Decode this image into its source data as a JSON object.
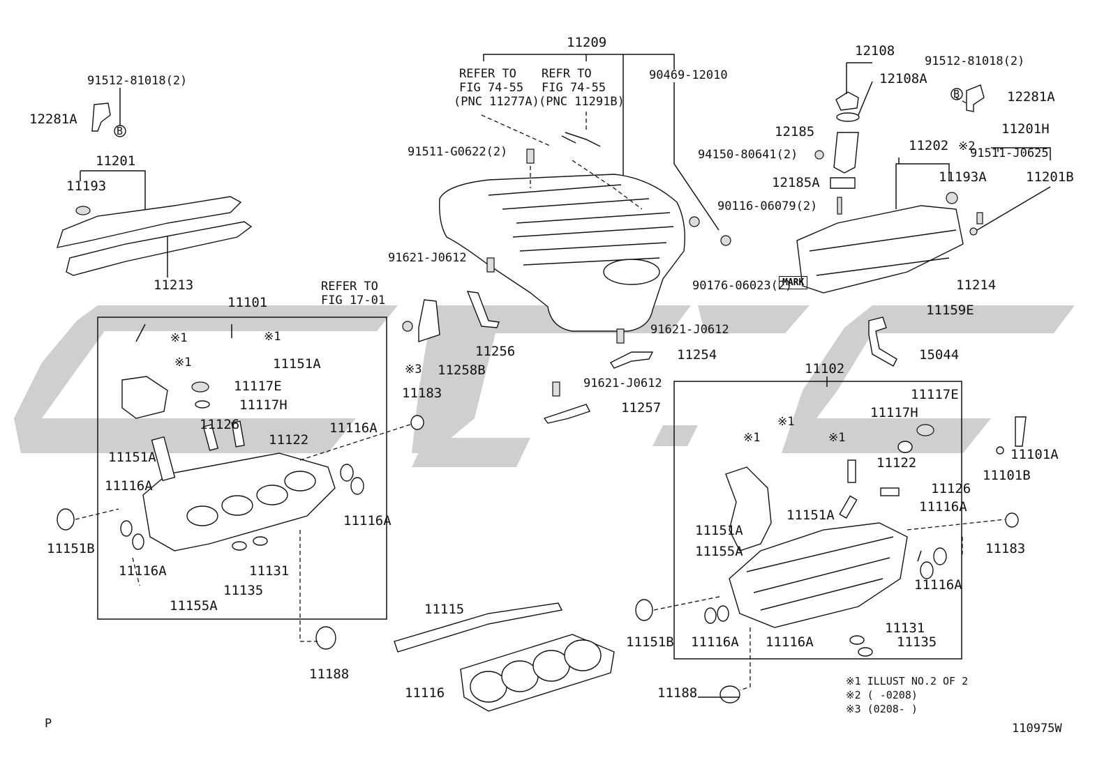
{
  "labels": {
    "p11209": "11209",
    "refer_a_1": "REFER TO",
    "refer_a_2": "FIG 74-55",
    "refer_a_3": "(PNC 11277A)",
    "refer_b_1": "REFR TO",
    "refer_b_2": "FIG 74-55",
    "refer_b_3": "(PNC 11291B)",
    "p90469": "90469-12010",
    "p91511_g": "91511-G0622(2)",
    "p91512_left": "91512-81018(2)",
    "p12281A_left": "12281A",
    "p11201": "11201",
    "p11193": "11193",
    "p11213": "11213",
    "p12108": "12108",
    "p12108A": "12108A",
    "p12185": "12185",
    "p12185A": "12185A",
    "p94150": "94150-80641(2)",
    "p90116": "90116-06079(2)",
    "p90176": "90176-06023(2)",
    "mark": "MARK",
    "p91512_right": "91512-81018(2)",
    "p12281A_right": "12281A",
    "p11201H": "11201H",
    "p11202": "11202",
    "star2": "※2",
    "p91511_j": "91511-J0625",
    "p11193A": "11193A",
    "p11201B": "11201B",
    "p11214": "11214",
    "p11159E": "11159E",
    "p15044": "15044",
    "p91621_a": "91621-J0612",
    "refer_c_1": "REFER TO",
    "refer_c_2": "FIG 17-01",
    "p11256": "11256",
    "p11258B": "11258B",
    "star3": "※3",
    "p91621_b": "91621-J0612",
    "p11254": "11254",
    "p91621_c": "91621-J0612",
    "p11257": "11257",
    "p11183_mid": "11183",
    "p11101": "11101",
    "star1_a": "※1",
    "star1_b": "※1",
    "star1_c": "※1",
    "p11151A_l1": "11151A",
    "p11117E_l": "11117E",
    "p11117H_l": "11117H",
    "p11126_l": "11126",
    "p11122_l": "11122",
    "p11151A_l2": "11151A",
    "p11116A_l1": "11116A",
    "p11116A_l2": "11116A",
    "p11116A_l3": "11116A",
    "p11116A_l4": "11116A",
    "p11151B_l": "11151B",
    "p11135_l": "11135",
    "p11131_l": "11131",
    "p11155A_l": "11155A",
    "p11188_l": "11188",
    "p11115": "11115",
    "p11116": "11116",
    "p11102": "11102",
    "p11117E_r": "11117E",
    "p11117H_r": "11117H",
    "star1_d": "※1",
    "star1_e": "※1",
    "star1_f": "※1",
    "p11122_r": "11122",
    "p11126_r": "11126",
    "p11151A_r1": "11151A",
    "p11151A_r2": "11151A",
    "p11155A_r": "11155A",
    "p11116A_r1": "11116A",
    "p11116A_r2": "11116A",
    "p11116A_r3": "11116A",
    "p11116A_r4": "11116A",
    "p11131_r": "11131",
    "p11135_r": "11135",
    "p11151B_r": "11151B",
    "p11188_r": "11188",
    "p11101A": "11101A",
    "p11101B": "11101B",
    "p11183_r": "11183",
    "bolt_b": "B"
  },
  "notes": {
    "n1": "※1 ILLUST NO.2 OF 2",
    "n2": "※2 (     -0208)",
    "n3": "※3 (0208-     )"
  },
  "footer": {
    "left": "P",
    "code": "110975W"
  },
  "colors": {
    "line": "#111111",
    "watermark": "#cfcfcf",
    "background": "#ffffff"
  }
}
